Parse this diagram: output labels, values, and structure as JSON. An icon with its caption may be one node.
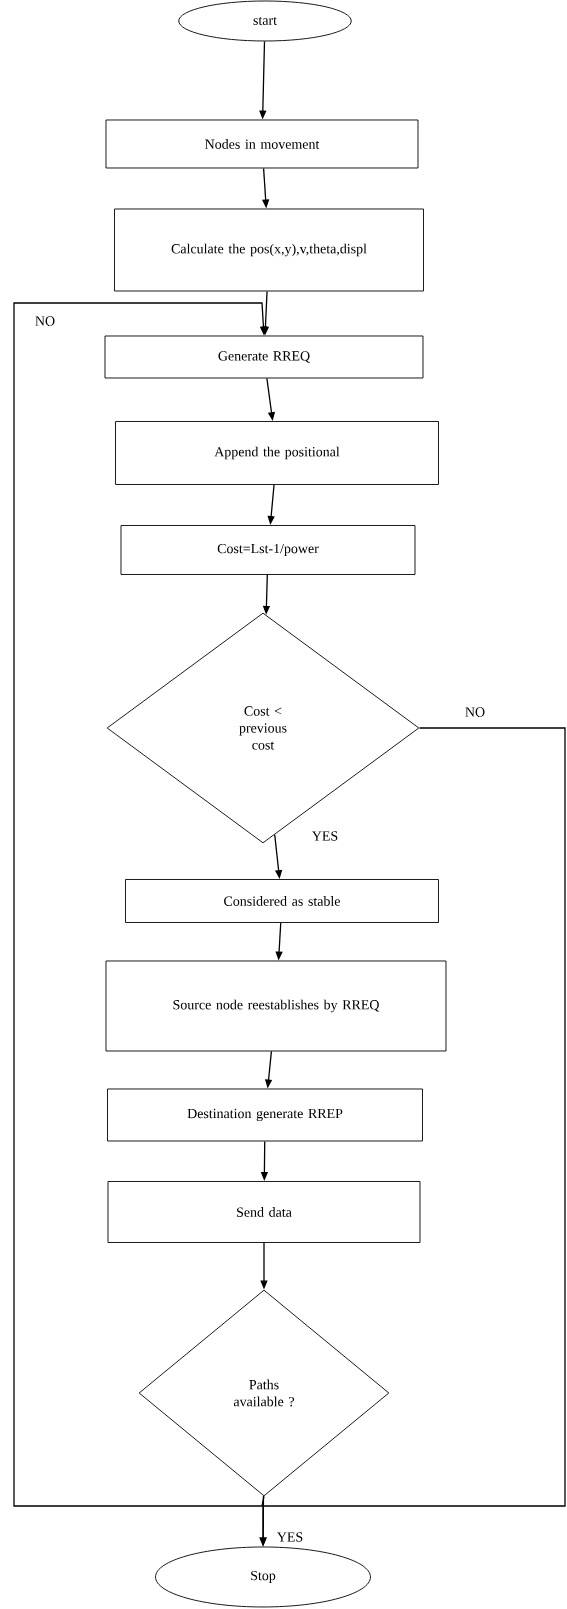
{
  "diagram": {
    "nodes": [
      {
        "text": [
          "start"
        ]
      },
      {
        "text": [
          "Nodes in movement"
        ]
      },
      {
        "text": [
          "Calculate the pos(x,y),v,theta,displ"
        ]
      },
      {
        "text": [
          "Generate RREQ"
        ]
      },
      {
        "text": [
          "Append the positional"
        ]
      },
      {
        "text": [
          "Cost=Lst-1/power"
        ]
      },
      {
        "text": [
          "Cost < previous cost"
        ]
      },
      {
        "text": [
          "Considered as stable"
        ]
      },
      {
        "text": [
          "Source node reestablishes by RREQ"
        ]
      },
      {
        "text": [
          "Destination generate RREP"
        ]
      },
      {
        "text": [
          "Send data"
        ]
      },
      {
        "text": [
          "Paths available ?"
        ]
      },
      {
        "text": [
          "Stop"
        ]
      }
    ],
    "edges": [
      {
        "from": 0,
        "to": 1,
        "arrow": "to"
      },
      {
        "from": 1,
        "to": 2,
        "arrow": "to"
      },
      {
        "from": 2,
        "to": 3,
        "arrow": "to"
      },
      {
        "from": 3,
        "to": 4,
        "arrow": "to"
      },
      {
        "from": 4,
        "to": 5,
        "arrow": "to"
      },
      {
        "from": 5,
        "to": 6,
        "arrow": "to"
      },
      {
        "from": 6,
        "to": 7,
        "arrow": "to",
        "label": "YES"
      },
      {
        "from": 7,
        "to": 8,
        "arrow": "to"
      },
      {
        "from": 8,
        "to": 9,
        "arrow": "to"
      },
      {
        "from": 9,
        "to": 10,
        "arrow": "to"
      },
      {
        "from": 10,
        "to": 11,
        "arrow": "to"
      },
      {
        "from": 11,
        "to": 3,
        "arrow": "to",
        "label": "NO"
      },
      {
        "from": 6,
        "to": 12,
        "arrow": "to",
        "label": "NO"
      },
      {
        "from": 11,
        "to": 12,
        "arrow": "to",
        "label": "YES"
      }
    ]
  }
}
